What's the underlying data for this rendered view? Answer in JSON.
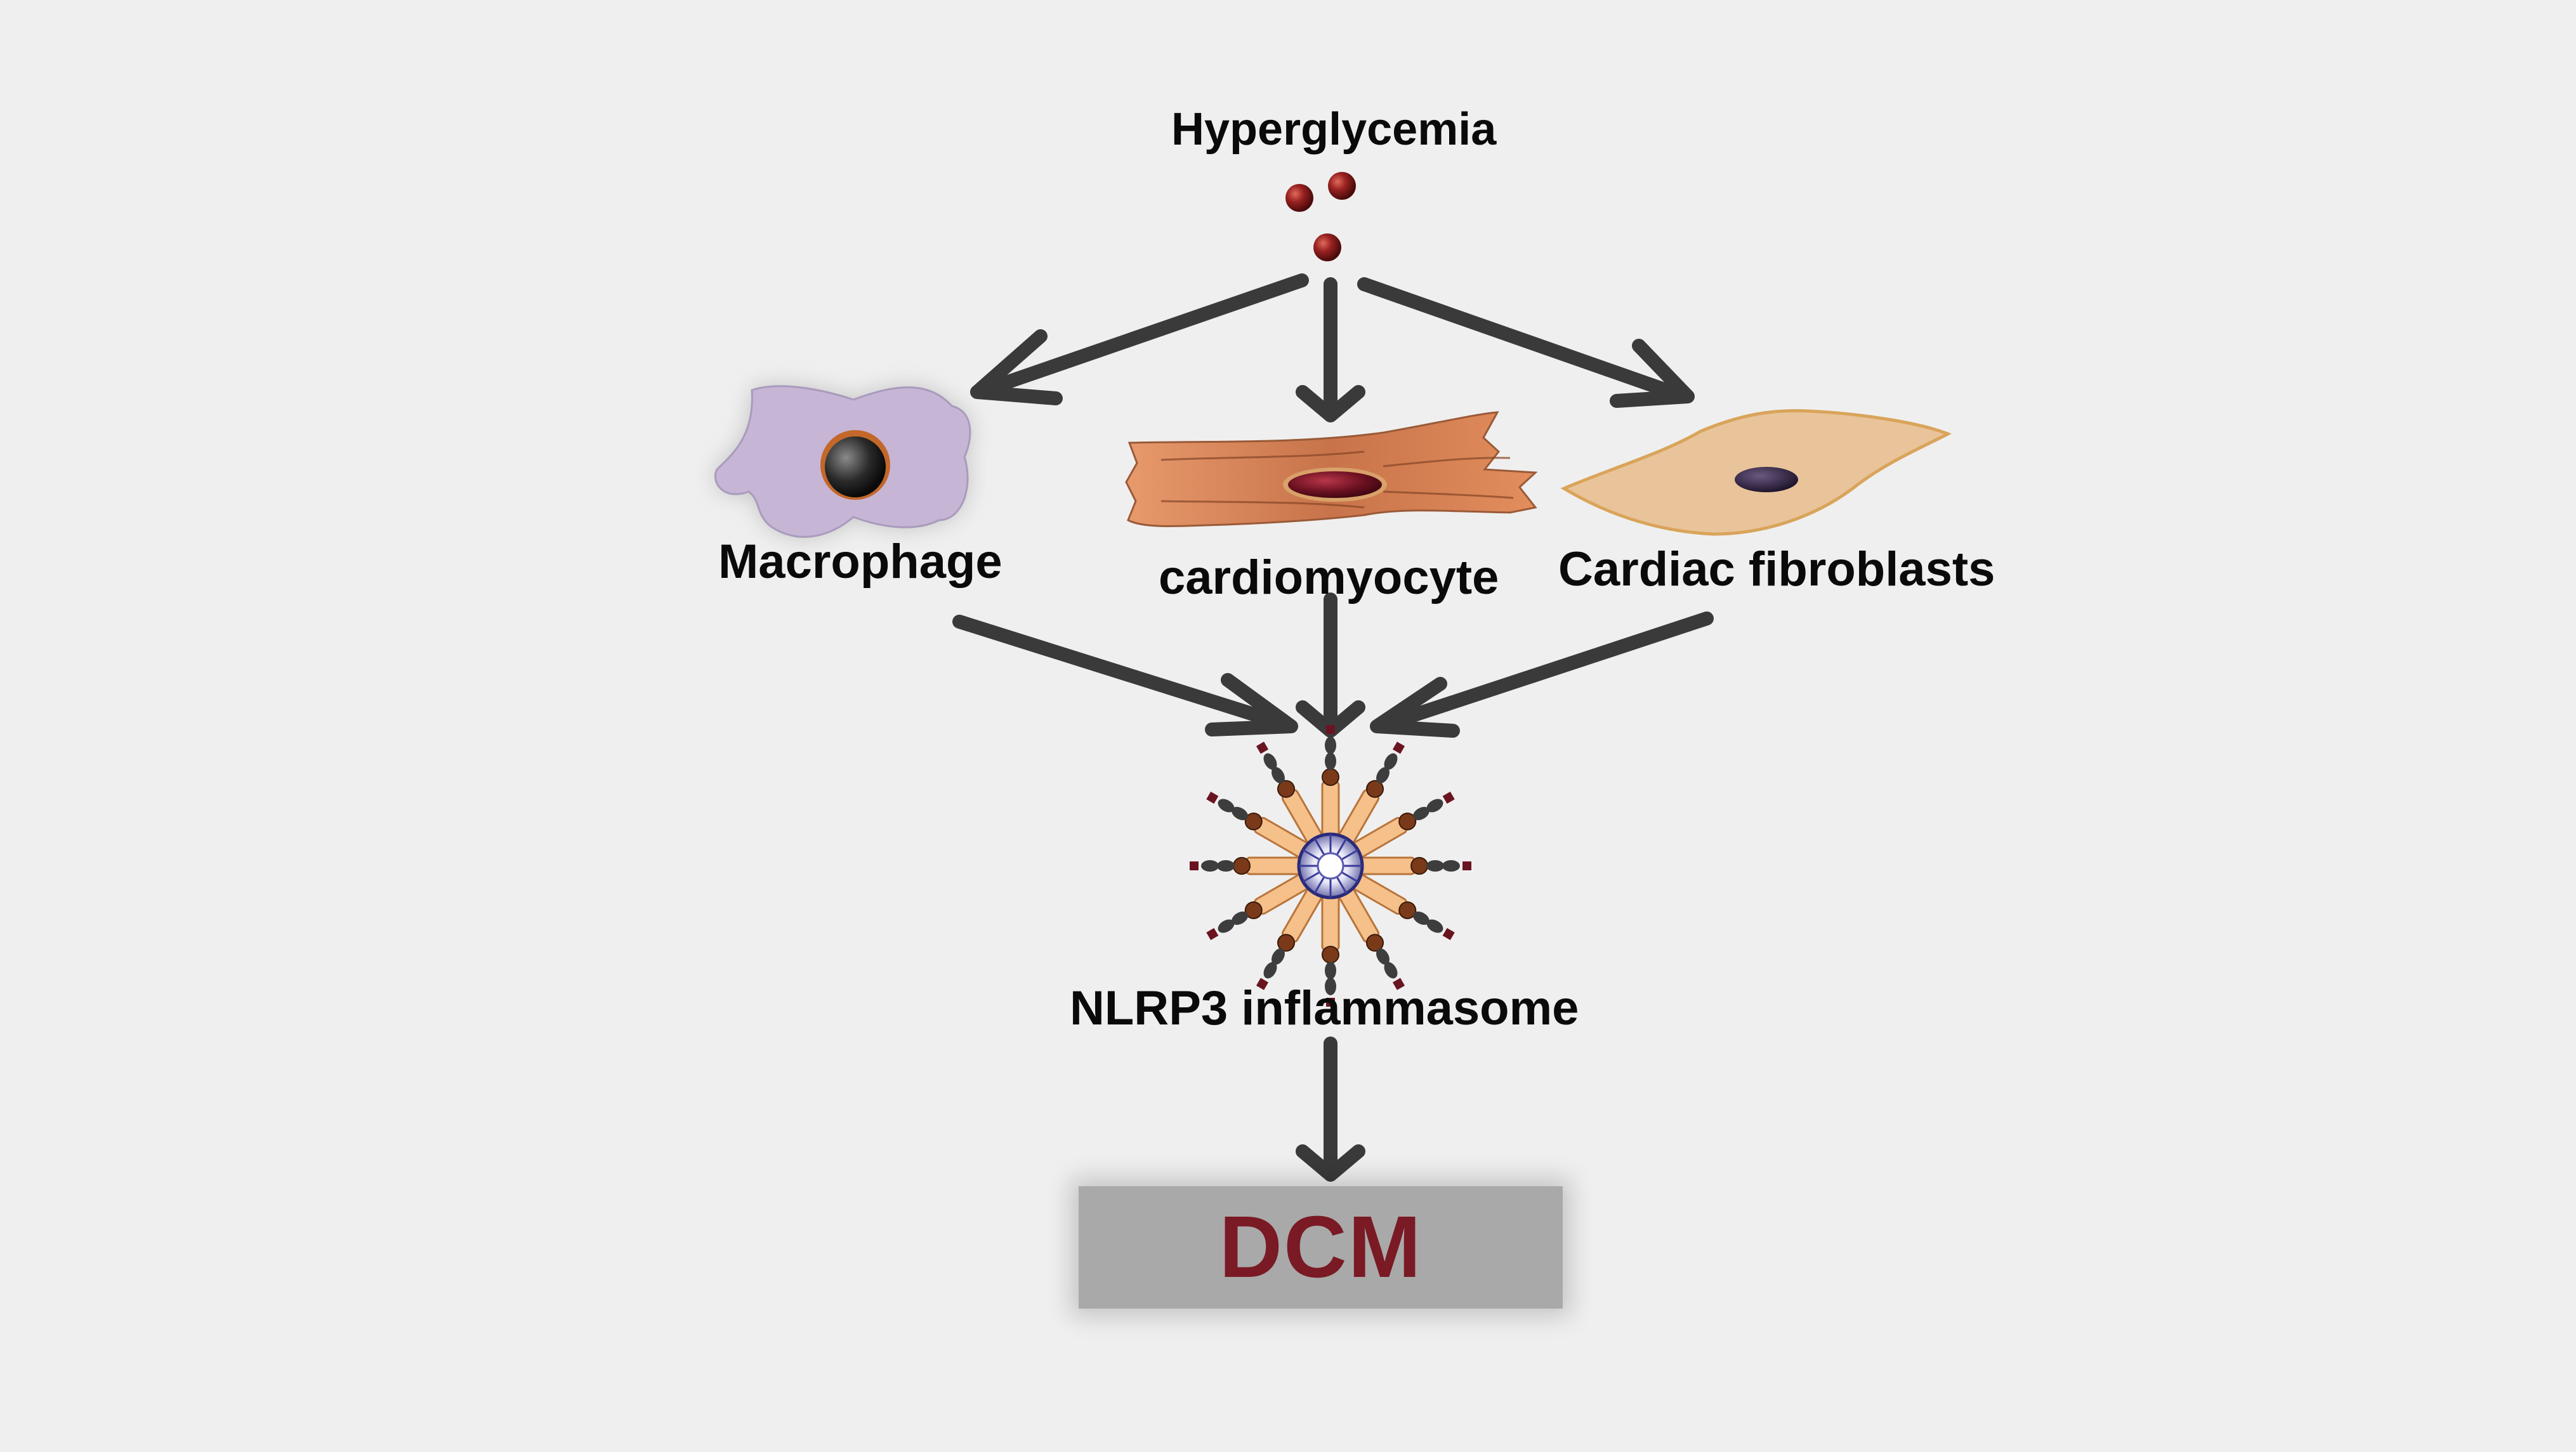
{
  "diagram": {
    "labels": {
      "hyperglycemia": "Hyperglycemia",
      "macrophage": "Macrophage",
      "cardiomyocyte": "cardiomyocyte",
      "cardiac_fibroblasts": "Cardiac fibroblasts",
      "nlrp3": "NLRP3 inflammasome",
      "dcm": "DCM"
    },
    "colors": {
      "background": "#efefef",
      "arrow": "#3a3a3a",
      "glucose_dot": "#8b1c1c",
      "macrophage_body": "#c7b5d6",
      "cardiomyocyte_body": "#d4855a",
      "fibroblast_body": "#e9c49a",
      "dcm_box": "#a9a9a9",
      "dcm_text": "#7a1a24"
    },
    "icons": {
      "glucose": "glucose-dots-icon",
      "macrophage": "macrophage-cell-icon",
      "cardiomyocyte": "cardiomyocyte-cell-icon",
      "fibroblast": "fibroblast-cell-icon",
      "inflammasome": "nlrp3-inflammasome-icon"
    }
  }
}
